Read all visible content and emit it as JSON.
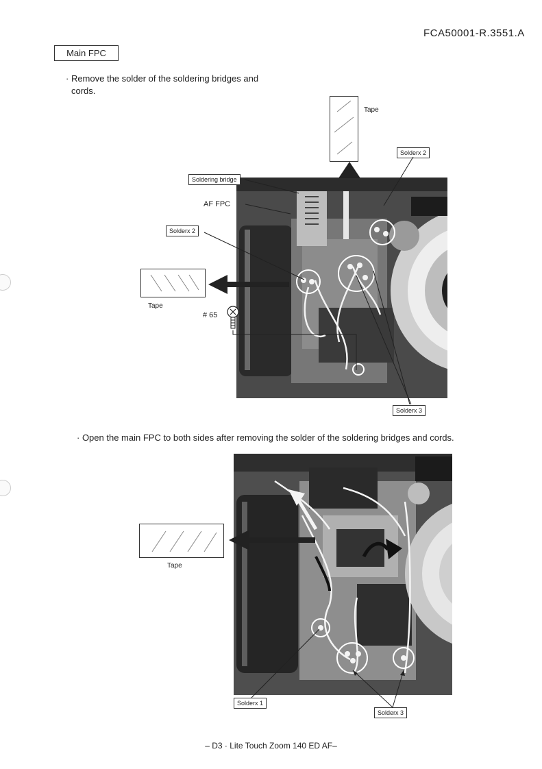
{
  "header": {
    "doc_id": "FCA50001-R.3551.A"
  },
  "section": {
    "title": "Main FPC"
  },
  "steps": {
    "step1_line1": "· Remove the solder of the soldering bridges and",
    "step1_line2": "cords.",
    "step2": "· Open the main FPC to both sides after removing the solder of the soldering bridges and cords."
  },
  "figure1": {
    "tape_top": "Tape",
    "solder_x2_right": "Solderx 2",
    "soldering_bridge": "Soldering bridge",
    "af_fpc": "AF FPC",
    "solder_x2_left": "Solderx 2",
    "tape_left": "Tape",
    "screw": "# 65",
    "solder_x3": "Solderx 3"
  },
  "figure2": {
    "tape": "Tape",
    "solder_x1": "Solderx 1",
    "solder_x3": "Solderx 3"
  },
  "footer": {
    "text": "– D3 · Lite Touch Zoom  140 ED AF–"
  }
}
